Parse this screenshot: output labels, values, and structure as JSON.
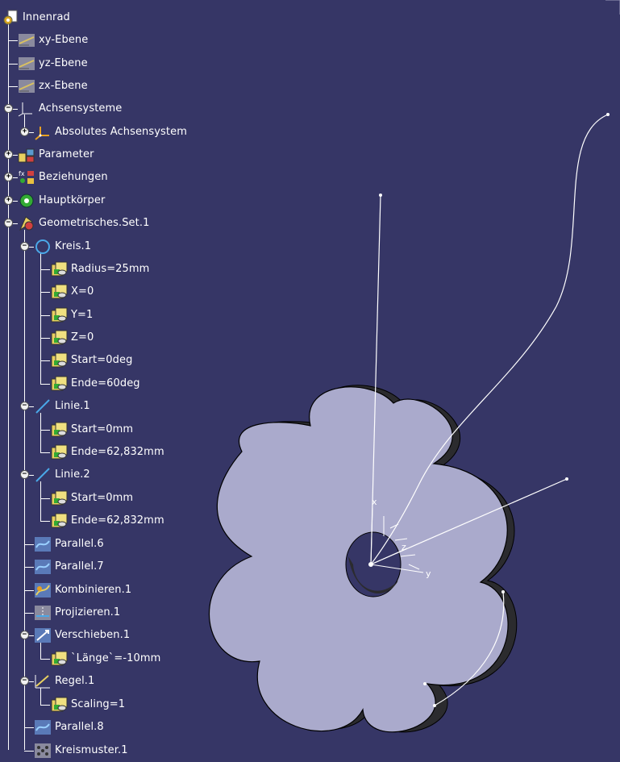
{
  "tree": [
    {
      "label": "Innenrad",
      "icon": "part-document-icon"
    },
    {
      "label": "xy-Ebene",
      "icon": "plane-icon"
    },
    {
      "label": "yz-Ebene",
      "icon": "plane-icon"
    },
    {
      "label": "zx-Ebene",
      "icon": "plane-icon"
    },
    {
      "label": "Achsensysteme",
      "icon": "axis-systems-icon",
      "toggle": "-"
    },
    {
      "label": "Absolutes Achsensystem",
      "icon": "axis-system-icon",
      "toggle": "+"
    },
    {
      "label": "Parameter",
      "icon": "parameters-icon",
      "toggle": "+"
    },
    {
      "label": "Beziehungen",
      "icon": "relations-icon",
      "toggle": "+"
    },
    {
      "label": "Hauptkörper",
      "icon": "body-icon",
      "toggle": "+"
    },
    {
      "label": "Geometrisches.Set.1",
      "icon": "geometrical-set-icon",
      "toggle": "-"
    },
    {
      "label": "Kreis.1",
      "icon": "circle-icon",
      "toggle": "-"
    },
    {
      "label": "Radius=25mm",
      "icon": "parameter-value-icon"
    },
    {
      "label": "X=0",
      "icon": "parameter-value-icon"
    },
    {
      "label": "Y=1",
      "icon": "parameter-value-icon"
    },
    {
      "label": "Z=0",
      "icon": "parameter-value-icon"
    },
    {
      "label": "Start=0deg",
      "icon": "parameter-value-icon"
    },
    {
      "label": "Ende=60deg",
      "icon": "parameter-value-icon"
    },
    {
      "label": "Linie.1",
      "icon": "line-icon",
      "toggle": "-"
    },
    {
      "label": "Start=0mm",
      "icon": "parameter-value-icon"
    },
    {
      "label": "Ende=62,832mm",
      "icon": "parameter-value-icon"
    },
    {
      "label": "Linie.2",
      "icon": "line-icon",
      "toggle": "-"
    },
    {
      "label": "Start=0mm",
      "icon": "parameter-value-icon"
    },
    {
      "label": "Ende=62,832mm",
      "icon": "parameter-value-icon"
    },
    {
      "label": "Parallel.6",
      "icon": "parallel-curve-icon"
    },
    {
      "label": "Parallel.7",
      "icon": "parallel-curve-icon"
    },
    {
      "label": "Kombinieren.1",
      "icon": "combine-icon"
    },
    {
      "label": "Projizieren.1",
      "icon": "project-icon"
    },
    {
      "label": "Verschieben.1",
      "icon": "translate-icon",
      "toggle": "-"
    },
    {
      "label": "`Länge`=-10mm",
      "icon": "parameter-value-icon"
    },
    {
      "label": "Regel.1",
      "icon": "law-icon",
      "toggle": "-"
    },
    {
      "label": "Scaling=1",
      "icon": "parameter-value-icon"
    },
    {
      "label": "Parallel.8",
      "icon": "parallel-curve-icon"
    },
    {
      "label": "Kreismuster.1",
      "icon": "circular-pattern-icon"
    }
  ],
  "viewport": {
    "axis_x": "x",
    "axis_y": "y",
    "axis_z": "z",
    "background": "#363666",
    "part_color": "#aaaacc"
  }
}
